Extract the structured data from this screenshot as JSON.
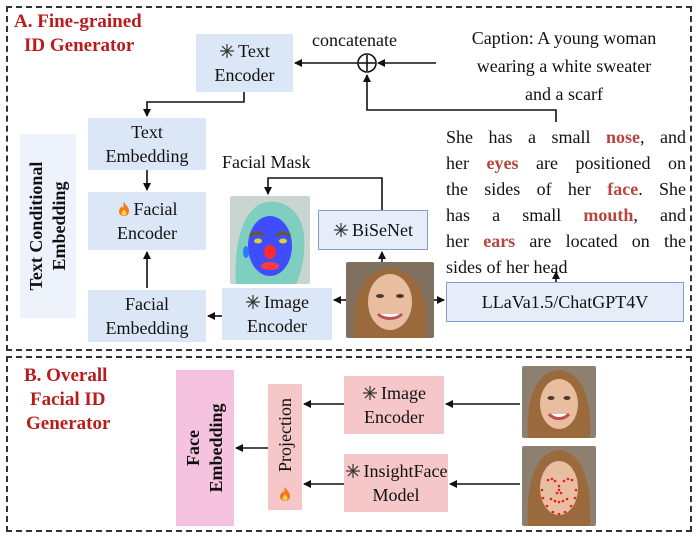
{
  "panel_a": {
    "title_line1": "A. Fine-grained",
    "title_line2": "ID Generator",
    "concatenate": "concatenate",
    "caption_line1": "Caption: A young woman",
    "caption_line2": "wearing a white sweater",
    "caption_line3": "and a scarf",
    "text_encoder_line1": "Text",
    "text_encoder_line2": "Encoder",
    "text_embedding_line1": "Text",
    "text_embedding_line2": "Embedding",
    "facial_encoder_line1": "Facial",
    "facial_encoder_line2": "Encoder",
    "facial_embedding_line1": "Facial",
    "facial_embedding_line2": "Embedding",
    "text_conditional_line1": "Text Conditional",
    "text_conditional_line2": "Embedding",
    "facial_mask": "Facial Mask",
    "bisenet": "BiSeNet",
    "image_encoder_line1": "Image",
    "image_encoder_line2": "Encoder",
    "llava": "LLaVa1.5/ChatGPT4V",
    "description_lines": [
      [
        "She has a small ",
        "nose",
        ", and"
      ],
      [
        "her ",
        "eyes",
        " are positioned on"
      ],
      [
        "the sides of her ",
        "face",
        ". She"
      ],
      [
        "has a small ",
        "mouth",
        ", and"
      ],
      [
        "her ",
        "ears",
        " are located on the"
      ],
      [
        "sides of her head",
        "",
        ""
      ]
    ]
  },
  "panel_b": {
    "title_line1": "B. Overall",
    "title_line2": "Facial ID",
    "title_line3": "Generator",
    "face_embedding_line1": "Face",
    "face_embedding_line2": "Embedding",
    "projection": "Projection",
    "image_encoder_line1": "Image",
    "image_encoder_line2": "Encoder",
    "insightface_line1": "InsightFace",
    "insightface_line2": "Model"
  },
  "colors": {
    "title_red": "#b91c1c",
    "highlight": "#b5453d",
    "box_blue": "#dbe6f6",
    "box_pink": "#f5c7c9",
    "box_magenta": "#f5c2e0"
  },
  "icons": {
    "frozen": "snowflake-icon",
    "trainable": "flame-icon"
  }
}
